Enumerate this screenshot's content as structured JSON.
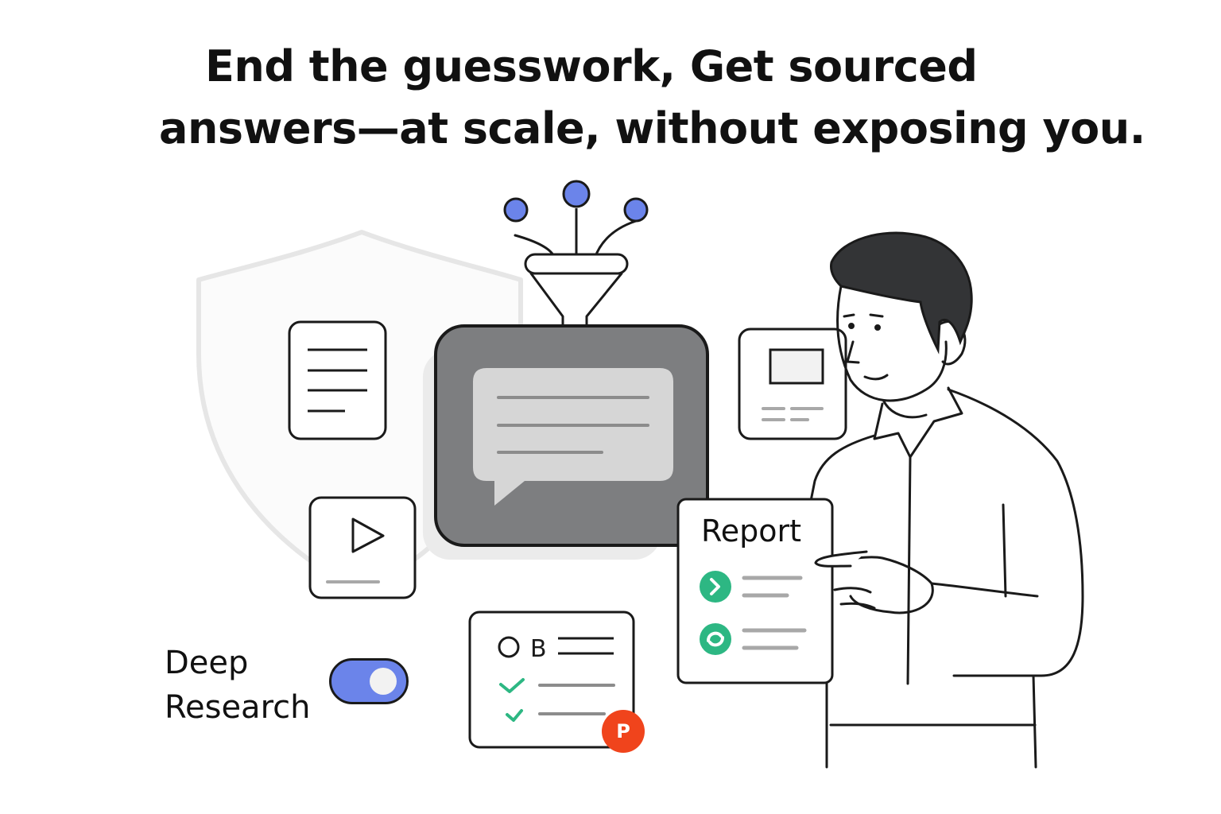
{
  "headline": {
    "line1": "End the guesswork, Get sourced",
    "line2": "answers—at scale, without exposing you."
  },
  "toggle": {
    "label_line1": "Deep",
    "label_line2": "Research",
    "state": "on"
  },
  "report_card": {
    "title": "Report"
  },
  "checklist_card": {
    "header_glyph": "B"
  },
  "badge": {
    "letter": "P"
  },
  "colors": {
    "accent_blue": "#6b84ea",
    "check_green": "#2db783",
    "badge_red": "#f0441c",
    "screen_gray": "#7d7e80",
    "shield_gray": "#e6e6e6"
  },
  "icons": [
    "shield-icon",
    "funnel-icon",
    "chat-bubble-icon",
    "document-icon",
    "play-icon",
    "image-card-icon",
    "check-icon"
  ]
}
